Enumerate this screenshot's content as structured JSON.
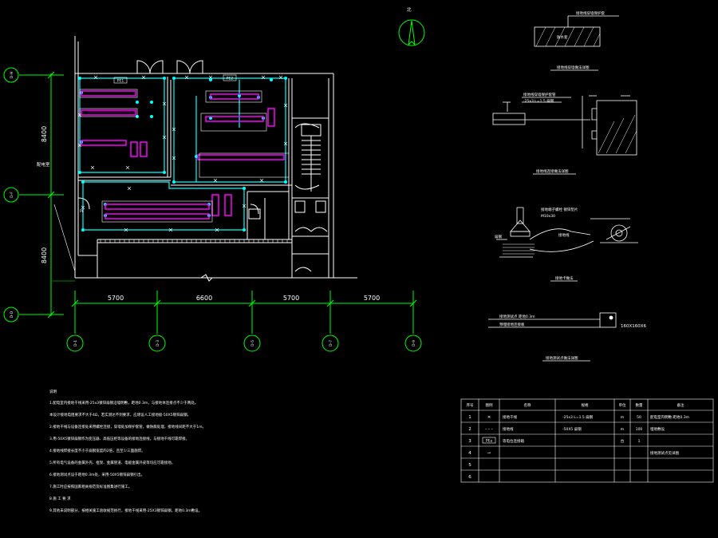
{
  "colors": {
    "background": "#000000",
    "wall": "#ffffff",
    "grid": "#00ff00",
    "conductor": "#00ffff",
    "equipment": "#ff00ff",
    "note_text": "#ffffff"
  },
  "axes": {
    "horizontal_dims": [
      "5700",
      "6600",
      "5700",
      "5700"
    ],
    "vertical_dims": [
      "8400",
      "8400"
    ],
    "bottom_labels": [
      "D-1",
      "D-3",
      "D-5",
      "D-7",
      "D-9"
    ],
    "left_labels": [
      "D-H",
      "D-F",
      "D-D"
    ]
  },
  "plan": {
    "tag_1": "PE1",
    "tag_2": "PE2",
    "side_label": "配电室",
    "north_label": "北"
  },
  "details": {
    "detail_1_title": "接地线穿墙做法详图",
    "detail_1_label_top": "接地线穿墙保护套",
    "detail_1_label_inner": "防水套",
    "detail_2_title": "接地线连接做法详图",
    "detail_2_label": "-25x3 L=1.5 扁钢",
    "detail_2_label_b": "接地线穿墙保护套管",
    "detail_3_title": "接地卡做法",
    "detail_3_label_a": "接地端子螺栓 镀锌垫片",
    "detail_3_label_b": "M10x30",
    "detail_3_label_c": "接地线",
    "detail_3_label_d": "扁钢",
    "detail_4_title": "接地测试点做法详图",
    "detail_4_label_a": "接地测试点 距地0.3m",
    "detail_4_label_b": "预埋接地连接板",
    "detail_4_label_c": "160X160X6"
  },
  "notes": {
    "heading": "说明",
    "lines": [
      "1.配电室内接地干线采用-25x3镀锌扁钢沿墙明敷，距地0.3m，与接地体连接点不少于两处。",
      "本设计接地电阻要求不大于4Ω，若实测达不到要求，应增设人工接地极-50X5镀锌扁钢。",
      "2.接地干线与设备连接处采用螺栓连接，穿墙处加保护套管，做防腐处理，接地线间距不大于1m。",
      "3.用-50X5镀锌扁钢作为变压器、高低压柜等设备的接地连接线，与接地干线可靠焊接。",
      "4.接地线焊接长度不小于扁钢宽度的2倍，且至少三面施焊。",
      "5.所有电气设备的金属外壳、框架、金属管道、电缆金属外皮等均应可靠接地。",
      "6.接地测试点设于距地0.3m处，采用-50X5镀锌扁钢引出。",
      "7.施工时应按照国家相关规范及标准图集进行施工。",
      "8        施  工  要  求",
      "9.其他未说明部分，按相关施工验收规范执行，接地干线采用-25X3镀锌扁钢，距地0.3m敷设。"
    ]
  },
  "legend_table": {
    "headers": [
      "序号",
      "图例",
      "名称",
      "规格",
      "单位",
      "数量",
      "备注"
    ],
    "rows": [
      [
        "1",
        "×",
        "接地干线",
        "-25x3 L=1.5 扁钢",
        "m",
        "50",
        "配电室内明敷 距地0.3m"
      ],
      [
        "2",
        "- - -",
        "接地线",
        "-50X5 扁钢",
        "m",
        "100",
        "埋地敷设"
      ],
      [
        "3",
        "PEa",
        "等电位连接箱",
        "",
        "台",
        "1",
        ""
      ],
      [
        "4",
        "⊸",
        "",
        "",
        "",
        "",
        "接地测试点见详图"
      ],
      [
        "5",
        "",
        "",
        "",
        "",
        "",
        ""
      ],
      [
        "6",
        "",
        "",
        "",
        "",
        "",
        ""
      ]
    ]
  }
}
